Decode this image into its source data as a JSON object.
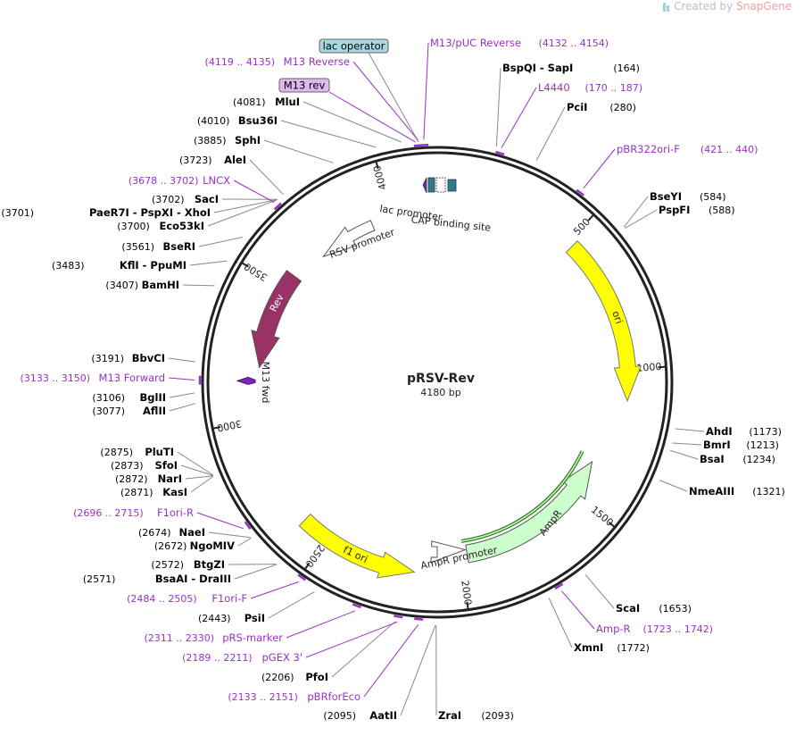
{
  "watermark": {
    "created_by": "Created by",
    "brand": "SnapGene"
  },
  "plasmid": {
    "name": "pRSV-Rev",
    "length_label": "4180 bp",
    "total_bp": 4180
  },
  "colors": {
    "enzyme": "#000000",
    "primer": "#9b30c8",
    "feature_yellow": "#ffff00",
    "feature_rev": "#993366",
    "feature_ampr": "#ccffcc",
    "cap_site": "#2e7c8f",
    "lac_operator": "#a8d8e0",
    "m13rev_box": "#dcb8f0"
  },
  "ticks": [
    {
      "label": "500",
      "bp": 500
    },
    {
      "label": "1000",
      "bp": 1000
    },
    {
      "label": "1500",
      "bp": 1500
    },
    {
      "label": "2000",
      "bp": 2000
    },
    {
      "label": "2500",
      "bp": 2500
    },
    {
      "label": "3000",
      "bp": 3000
    },
    {
      "label": "3500",
      "bp": 3500
    },
    {
      "label": "4000",
      "bp": 4000
    }
  ],
  "features": [
    {
      "name": "ori",
      "type": "yellow",
      "start": 520,
      "end": 1110,
      "dir": "cw"
    },
    {
      "name": "AmpR",
      "type": "ampr",
      "start": 1360,
      "end": 1975,
      "dir": "ccw"
    },
    {
      "name": "AmpR promoter",
      "type": "promoter",
      "start": 1980,
      "end": 2090,
      "dir": "ccw"
    },
    {
      "name": "f1 ori",
      "type": "yellow",
      "start": 2170,
      "end": 2600,
      "dir": "ccw"
    },
    {
      "name": "M13 fwd",
      "type": "small",
      "start": 3130,
      "end": 3150,
      "dir": "ccw"
    },
    {
      "name": "Rev",
      "type": "rev",
      "start": 3190,
      "end": 3560,
      "dir": "ccw"
    },
    {
      "name": "RSV promoter",
      "type": "promoter",
      "start": 3690,
      "end": 3920,
      "dir": "ccw"
    },
    {
      "name": "lac promoter",
      "type": "lac",
      "label": "lac promoter"
    },
    {
      "name": "CAP binding site",
      "type": "cap",
      "label": "CAP binding site"
    }
  ],
  "labels": [
    {
      "text_num": "",
      "text_name": "lac operator",
      "kind": "box_op",
      "bp": 4128
    },
    {
      "text_num": "(4132 .. 4154)",
      "text_name": "M13/pUC Reverse",
      "kind": "primer",
      "bp": 4143,
      "side": "right"
    },
    {
      "text_num": "(4119 .. 4135)",
      "text_name": "M13 Reverse",
      "kind": "primer",
      "bp": 4127,
      "side": "left"
    },
    {
      "text_num": "",
      "text_name": "M13 rev",
      "kind": "box_rev",
      "bp": 4120
    },
    {
      "text_num": "(164)",
      "text_name": "BspQI  -  SapI",
      "kind": "enzyme",
      "bp": 164,
      "side": "right"
    },
    {
      "text_num": "(170 .. 187)",
      "text_name": "L4440",
      "kind": "primer",
      "bp": 178,
      "side": "right"
    },
    {
      "text_num": "(280)",
      "text_name": "PciI",
      "kind": "enzyme",
      "bp": 280,
      "side": "right"
    },
    {
      "text_num": "(421 .. 440)",
      "text_name": "pBR322ori-F",
      "kind": "primer",
      "bp": 430,
      "side": "right"
    },
    {
      "text_num": "(584)",
      "text_name": "BseYI",
      "kind": "enzyme",
      "bp": 584,
      "side": "right"
    },
    {
      "text_num": "(588)",
      "text_name": "PspFI",
      "kind": "enzyme",
      "bp": 588,
      "side": "right"
    },
    {
      "text_num": "(1173)",
      "text_name": "AhdI",
      "kind": "enzyme",
      "bp": 1173,
      "side": "right"
    },
    {
      "text_num": "(1213)",
      "text_name": "BmrI",
      "kind": "enzyme",
      "bp": 1213,
      "side": "right"
    },
    {
      "text_num": "(1234)",
      "text_name": "BsaI",
      "kind": "enzyme",
      "bp": 1234,
      "side": "right"
    },
    {
      "text_num": "(1321)",
      "text_name": "NmeAIII",
      "kind": "enzyme",
      "bp": 1321,
      "side": "right"
    },
    {
      "text_num": "(1653)",
      "text_name": "ScaI",
      "kind": "enzyme",
      "bp": 1653,
      "side": "right"
    },
    {
      "text_num": "(1723 .. 1742)",
      "text_name": "Amp-R",
      "kind": "primer",
      "bp": 1732,
      "side": "right"
    },
    {
      "text_num": "(1772)",
      "text_name": "XmnI",
      "kind": "enzyme",
      "bp": 1772,
      "side": "right"
    },
    {
      "text_num": "(2093)",
      "text_name": "ZraI",
      "kind": "enzyme",
      "bp": 2093,
      "side": "right"
    },
    {
      "text_num": "(2095)",
      "text_name": "AatII",
      "kind": "enzyme",
      "bp": 2095,
      "side": "left"
    },
    {
      "text_num": "(2133 .. 2151)",
      "text_name": "pBRforEco",
      "kind": "primer",
      "bp": 2142,
      "side": "left"
    },
    {
      "text_num": "(2206)",
      "text_name": "PfoI",
      "kind": "enzyme",
      "bp": 2206,
      "side": "left"
    },
    {
      "text_num": "(2189 .. 2211)",
      "text_name": "pGEX 3'",
      "kind": "primer",
      "bp": 2200,
      "side": "left"
    },
    {
      "text_num": "(2311 .. 2330)",
      "text_name": "pRS-marker",
      "kind": "primer",
      "bp": 2320,
      "side": "left"
    },
    {
      "text_num": "(2443)",
      "text_name": "PsiI",
      "kind": "enzyme",
      "bp": 2443,
      "side": "left"
    },
    {
      "text_num": "(2484 .. 2505)",
      "text_name": "F1ori-F",
      "kind": "primer",
      "bp": 2494,
      "side": "left"
    },
    {
      "text_num": "(2571)",
      "text_name": "BsaAI  -  DraIII",
      "kind": "enzyme",
      "bp": 2571,
      "side": "left"
    },
    {
      "text_num": "(2572)",
      "text_name": "BtgZI",
      "kind": "enzyme",
      "bp": 2572,
      "side": "left"
    },
    {
      "text_num": "(2672)",
      "text_name": "NgoMIV",
      "kind": "enzyme",
      "bp": 2672,
      "side": "left"
    },
    {
      "text_num": "(2674)",
      "text_name": "NaeI",
      "kind": "enzyme",
      "bp": 2674,
      "side": "left"
    },
    {
      "text_num": "(2696 .. 2715)",
      "text_name": "F1ori-R",
      "kind": "primer",
      "bp": 2705,
      "side": "left"
    },
    {
      "text_num": "(2871)",
      "text_name": "KasI",
      "kind": "enzyme",
      "bp": 2871,
      "side": "left"
    },
    {
      "text_num": "(2872)",
      "text_name": "NarI",
      "kind": "enzyme",
      "bp": 2872,
      "side": "left"
    },
    {
      "text_num": "(2873)",
      "text_name": "SfoI",
      "kind": "enzyme",
      "bp": 2873,
      "side": "left"
    },
    {
      "text_num": "(2875)",
      "text_name": "PluTI",
      "kind": "enzyme",
      "bp": 2875,
      "side": "left"
    },
    {
      "text_num": "(3077)",
      "text_name": "AflII",
      "kind": "enzyme",
      "bp": 3077,
      "side": "left"
    },
    {
      "text_num": "(3106)",
      "text_name": "BglII",
      "kind": "enzyme",
      "bp": 3106,
      "side": "left"
    },
    {
      "text_num": "(3133 .. 3150)",
      "text_name": "M13 Forward",
      "kind": "primer",
      "bp": 3141,
      "side": "left"
    },
    {
      "text_num": "(3191)",
      "text_name": "BbvCI",
      "kind": "enzyme",
      "bp": 3191,
      "side": "left"
    },
    {
      "text_num": "(3407)",
      "text_name": "BamHI",
      "kind": "enzyme",
      "bp": 3407,
      "side": "left"
    },
    {
      "text_num": "(3483)",
      "text_name": "KflI  -  PpuMI",
      "kind": "enzyme",
      "bp": 3483,
      "side": "left"
    },
    {
      "text_num": "(3561)",
      "text_name": "BseRI",
      "kind": "enzyme",
      "bp": 3561,
      "side": "left"
    },
    {
      "text_num": "(3700)",
      "text_name": "Eco53kI",
      "kind": "enzyme",
      "bp": 3700,
      "side": "left"
    },
    {
      "text_num": "(3701)",
      "text_name": "PaeR7I  -  PspXI  -  XhoI",
      "kind": "enzyme",
      "bp": 3701,
      "side": "left"
    },
    {
      "text_num": "(3702)",
      "text_name": "SacI",
      "kind": "enzyme",
      "bp": 3702,
      "side": "left"
    },
    {
      "text_num": "(3678 .. 3702)",
      "text_name": "LNCX",
      "kind": "primer",
      "bp": 3690,
      "side": "left"
    },
    {
      "text_num": "(3723)",
      "text_name": "AleI",
      "kind": "enzyme",
      "bp": 3723,
      "side": "left"
    },
    {
      "text_num": "(3885)",
      "text_name": "SphI",
      "kind": "enzyme",
      "bp": 3885,
      "side": "left"
    },
    {
      "text_num": "(4010)",
      "text_name": "Bsu36I",
      "kind": "enzyme",
      "bp": 4010,
      "side": "left"
    },
    {
      "text_num": "(4081)",
      "text_name": "MluI",
      "kind": "enzyme",
      "bp": 4081,
      "side": "left"
    }
  ]
}
